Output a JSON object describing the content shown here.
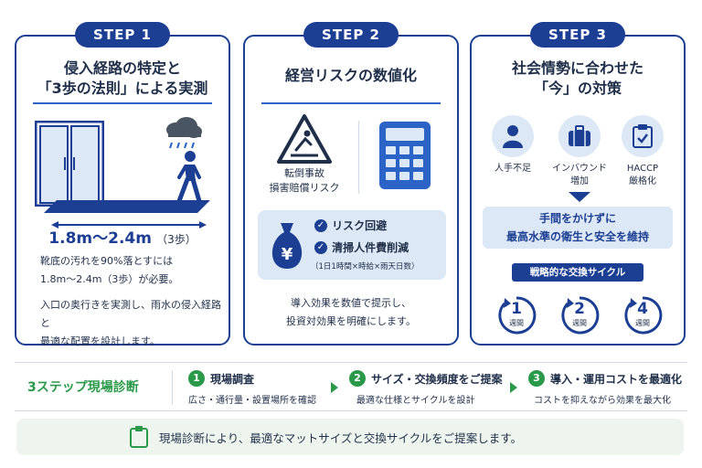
{
  "colors": {
    "navy": "#1c3f94",
    "blue": "#2b63c6",
    "light_blue": "#dde8f6",
    "green": "#2a9a4a",
    "light_green": "#eef5ee",
    "text": "#1f2f4a"
  },
  "step1": {
    "badge": "STEP 1",
    "title_line1": "侵入経路の特定と",
    "title_line2": "「3歩の法則」による実測",
    "distance": "1.8m〜2.4m",
    "distance_note": "（3歩）",
    "body_line1": "靴底の汚れを90%落とすには",
    "body_line2": "1.8m〜2.4m（3歩）が必要。",
    "body_line3": "入口の奥行きを実測し、雨水の侵入経路と",
    "body_line4": "最適な配置を設計します。",
    "icons": [
      "door-icon",
      "rain-cloud-icon",
      "walking-person-icon"
    ]
  },
  "step2": {
    "badge": "STEP 2",
    "title": "経営リスクの数値化",
    "risk_label_line1": "転倒事故",
    "risk_label_line2": "損害賠償リスク",
    "check1": "リスク回避",
    "check2": "清掃人件費削減",
    "formula": "（1日1時間×時給×雨天日数）",
    "body_line1": "導入効果を数値で提示し、",
    "body_line2": "投資対効果を明確にします。",
    "icons": [
      "slip-warning-icon",
      "calculator-icon",
      "money-bag-icon",
      "check-icon"
    ]
  },
  "step3": {
    "badge": "STEP 3",
    "title_line1": "社会情勢に合わせた",
    "title_line2": "「今」の対策",
    "factor1": "人手不足",
    "factor2_line1": "インバウンド",
    "factor2_line2": "増加",
    "factor3_line1": "HACCP",
    "factor3_line2": "厳格化",
    "goal_line1": "手間をかけずに",
    "goal_line2": "最高水準の衛生と安全を維持",
    "cycle_title": "戦略的な交換サイクル",
    "cycles": [
      {
        "num": "1",
        "unit": "週間"
      },
      {
        "num": "2",
        "unit": "週間"
      },
      {
        "num": "4",
        "unit": "週間"
      }
    ],
    "icons": [
      "person-icon",
      "suitcase-icon",
      "clipboard-check-icon",
      "cycle-arrow-icon"
    ]
  },
  "diagnosis": {
    "title": "3ステップ現場診断",
    "steps": [
      {
        "num": "1",
        "title": "現場調査",
        "sub": "広さ・通行量・設置場所を確認"
      },
      {
        "num": "2",
        "title": "サイズ・交換頻度をご提案",
        "sub": "最適な仕様とサイクルを設計"
      },
      {
        "num": "3",
        "title": "導入・運用コストを最適化",
        "sub": "コストを抑えながら効果を最大化"
      }
    ]
  },
  "footer": {
    "text": "現場診断により、最適なマットサイズと交換サイクルをご提案します。",
    "icon": "clipboard-icon"
  }
}
